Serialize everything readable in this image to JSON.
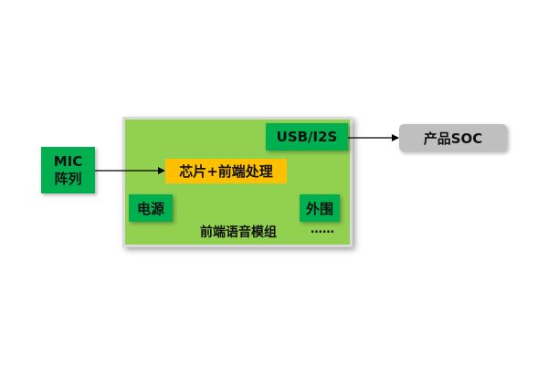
{
  "diagram": {
    "module_label": "前端语音模组",
    "nodes": {
      "mic": {
        "line1": "MIC",
        "line2": "阵列"
      },
      "chip": "芯片+前端处理",
      "usb": "USB/I2S",
      "power": "电源",
      "peripheral": "外围",
      "ellipsis": "……",
      "soc": "产品SOC"
    },
    "edges": [
      {
        "from": "mic",
        "to": "chip"
      },
      {
        "from": "usb",
        "to": "soc"
      }
    ],
    "colors": {
      "module_fill": "#92d050",
      "green_box": "#00b050",
      "chip_box": "#ffc000",
      "soc_box": "#bfbfbf",
      "arrow": "#000000"
    }
  }
}
